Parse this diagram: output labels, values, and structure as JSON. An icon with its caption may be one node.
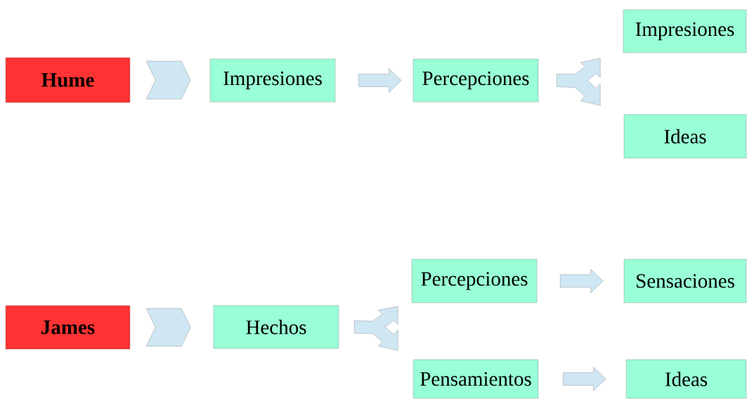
{
  "diagram": {
    "nodes": [
      {
        "text": [
          "Hume"
        ]
      },
      {
        "text": [
          "Impresiones"
        ]
      },
      {
        "text": [
          "Percepciones"
        ]
      },
      {
        "text": [
          "Impresiones"
        ]
      },
      {
        "text": [
          "Ideas"
        ]
      },
      {
        "text": [
          "James"
        ]
      },
      {
        "text": [
          "Hechos"
        ]
      },
      {
        "text": [
          "Percepciones"
        ]
      },
      {
        "text": [
          "Sensaciones"
        ]
      },
      {
        "text": [
          "Pensamientos"
        ]
      },
      {
        "text": [
          "Ideas"
        ]
      }
    ],
    "edges": [
      {
        "from": 0,
        "to": 1,
        "arrow": "to"
      },
      {
        "from": 1,
        "to": 2,
        "arrow": "to"
      },
      {
        "from": 2,
        "to": 3,
        "arrow": "to"
      },
      {
        "from": 2,
        "to": 4,
        "arrow": "to"
      },
      {
        "from": 5,
        "to": 6,
        "arrow": "to"
      },
      {
        "from": 6,
        "to": 7,
        "arrow": "to"
      },
      {
        "from": 6,
        "to": 9,
        "arrow": "to"
      },
      {
        "from": 7,
        "to": 8,
        "arrow": "to"
      },
      {
        "from": 9,
        "to": 10,
        "arrow": "to"
      }
    ]
  }
}
